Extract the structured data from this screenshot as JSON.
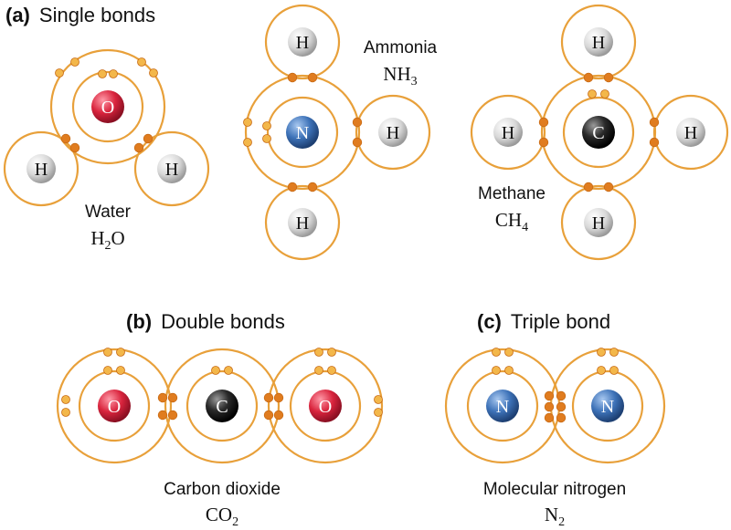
{
  "colors": {
    "shell": "#e8a03a",
    "electron_light": "#f3b74a",
    "electron_shared": "#e07c1f",
    "hydrogen": "#d8d8d8",
    "oxygen": "#d9243d",
    "nitrogen": "#3d72b8",
    "carbon": "#2a2a2a"
  },
  "sections": {
    "a": {
      "letter": "(a)",
      "title": "Single bonds"
    },
    "b": {
      "letter": "(b)",
      "title": "Double bonds"
    },
    "c": {
      "letter": "(c)",
      "title": "Triple bond"
    }
  },
  "molecules": {
    "water": {
      "name": "Water",
      "formula": {
        "base": "H",
        "sub": "2",
        "tail": "O"
      },
      "atoms": [
        "O",
        "H",
        "H"
      ]
    },
    "ammonia": {
      "name": "Ammonia",
      "formula": {
        "base": "NH",
        "sub": "3",
        "tail": ""
      },
      "atoms": [
        "N",
        "H",
        "H",
        "H"
      ]
    },
    "methane": {
      "name": "Methane",
      "formula": {
        "base": "CH",
        "sub": "4",
        "tail": ""
      },
      "atoms": [
        "C",
        "H",
        "H",
        "H",
        "H"
      ]
    },
    "co2": {
      "name": "Carbon dioxide",
      "formula": {
        "base": "CO",
        "sub": "2",
        "tail": ""
      },
      "atoms": [
        "O",
        "C",
        "O"
      ]
    },
    "n2": {
      "name": "Molecular nitrogen",
      "formula": {
        "base": "N",
        "sub": "2",
        "tail": ""
      },
      "atoms": [
        "N",
        "N"
      ]
    }
  }
}
